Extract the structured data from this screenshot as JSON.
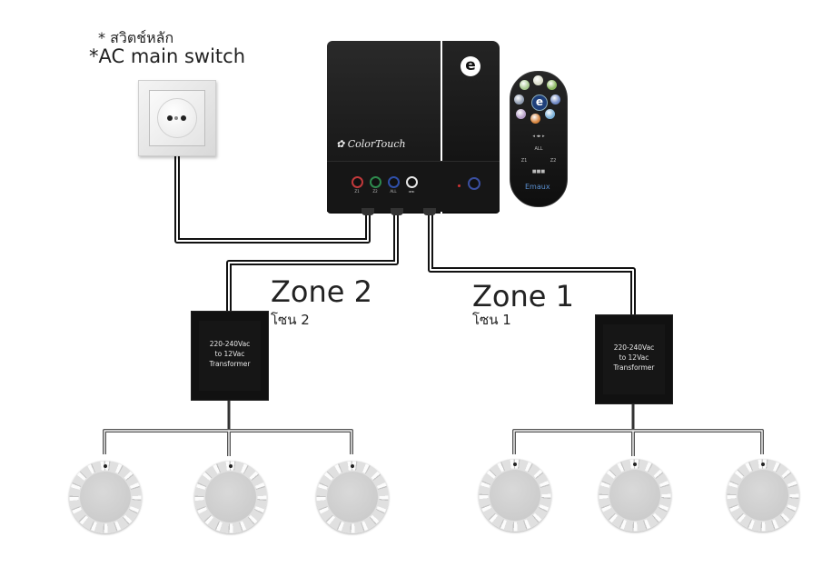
{
  "labels": {
    "main_switch_thai": "* สวิตช์หลัก",
    "main_switch_en": "*AC main switch"
  },
  "controller": {
    "brand": "ColorTouch",
    "logo_letter": "e",
    "buttons": [
      {
        "label": "Z1",
        "color": "#c0393b"
      },
      {
        "label": "Z2",
        "color": "#2e8a4d"
      },
      {
        "label": "ALL",
        "color": "#2f4fa8"
      },
      {
        "label": "◄·►",
        "color": "#e6e6e6"
      }
    ],
    "side_button_color": "#3a4fa0",
    "led_color": "#cc3333"
  },
  "remote": {
    "logo_letter": "e",
    "brand": "Emaux",
    "color_buttons": [
      "#a7c98f",
      "#d9dcc9",
      "#8ab860",
      "#6d86c2",
      "#7bb0d8",
      "#d6843e",
      "#b7a0c9",
      "#8f9bb0"
    ],
    "labels": [
      "ALL",
      "Z1",
      "Z2"
    ]
  },
  "zones": [
    {
      "title": "Zone 2",
      "thai": "โซน 2",
      "transformer": [
        "220-240Vac",
        "to 12Vac",
        "Transformer"
      ]
    },
    {
      "title": "Zone 1",
      "thai": "โซน 1",
      "transformer": [
        "220-240Vac",
        "to 12Vac",
        "Transformer"
      ]
    }
  ],
  "lights_per_zone": 3
}
